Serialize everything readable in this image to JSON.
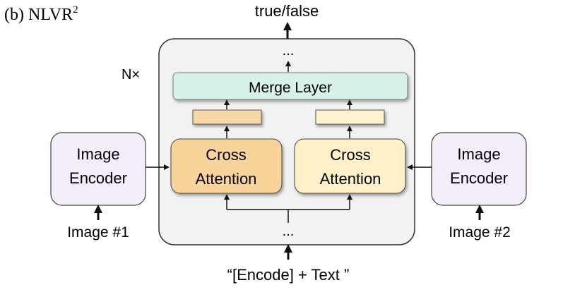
{
  "figure": {
    "label": "(b) NLVR",
    "label_superscript": "2"
  },
  "output": {
    "label": "true/false"
  },
  "block": {
    "repeat_label": "N×",
    "top_ellipsis": "...",
    "bottom_ellipsis": "...",
    "merge_layer": {
      "label": "Merge Layer"
    },
    "cross_attention_left": {
      "line1": "Cross",
      "line2": "Attention"
    },
    "cross_attention_right": {
      "line1": "Cross",
      "line2": "Attention"
    }
  },
  "image_encoder_left": {
    "line1": "Image",
    "line2": "Encoder",
    "input_label": "Image #1"
  },
  "image_encoder_right": {
    "line1": "Image",
    "line2": "Encoder",
    "input_label": "Image #2"
  },
  "text_input": {
    "label": "“[Encode] + Text ”"
  },
  "colors": {
    "block_bg": "#f2f2f2",
    "block_border": "#333333",
    "encoder_bg": "#f3eefa",
    "merge_bg": "#d6f2e9",
    "cross_left_bg": "#f9d49a",
    "cross_right_bg": "#fff0c8",
    "feature_left_bg": "#f9d7a6",
    "feature_right_bg": "#fff3cf",
    "arrow": "#111111"
  }
}
